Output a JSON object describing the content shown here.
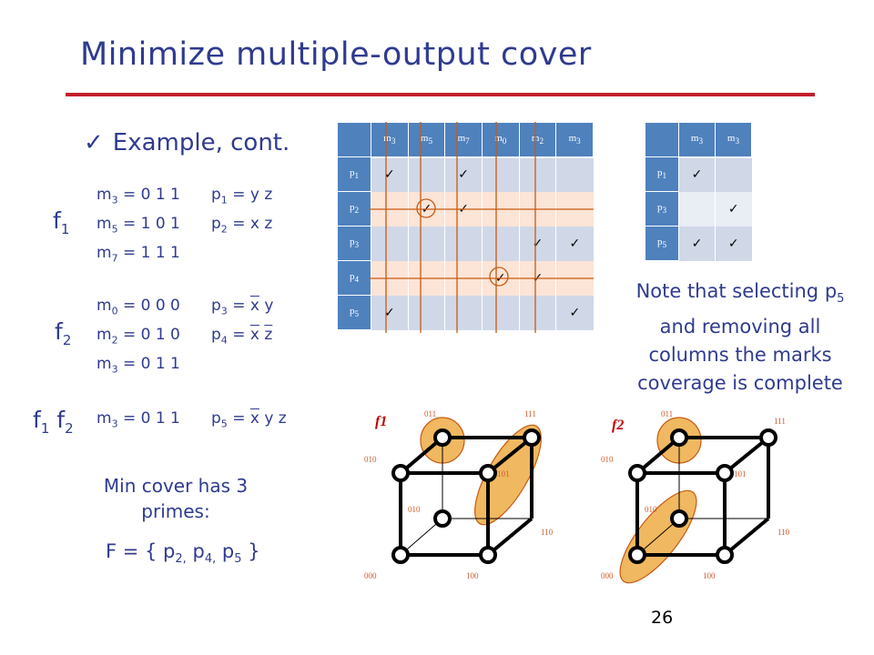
{
  "title": "Minimize multiple-output cover",
  "bullet": "Example, cont.",
  "f1_label": {
    "f": "f",
    "sub": "1"
  },
  "f2_label": {
    "f": "f",
    "sub": "2"
  },
  "f1f2_label": {
    "a": "f",
    "a_sub": "1",
    "b": " f",
    "b_sub": "2"
  },
  "minterms_f1": [
    {
      "m": "m",
      "sub": "3",
      "val": "= 0 1 1"
    },
    {
      "m": "m",
      "sub": "5",
      "val": "= 1 0 1"
    },
    {
      "m": "m",
      "sub": "7",
      "val": "= 1 1 1"
    }
  ],
  "minterms_f2": [
    {
      "m": "m",
      "sub": "0",
      "val": "= 0 0 0"
    },
    {
      "m": "m",
      "sub": "2",
      "val": "= 0 1 0"
    },
    {
      "m": "m",
      "sub": "3",
      "val": "= 0 1 1"
    }
  ],
  "minterm_f1f2": {
    "m": "m",
    "sub": "3",
    "val": "= 0 1 1"
  },
  "primes": {
    "p1": {
      "p": "p",
      "sub": "1",
      "eq": "= ",
      "expr": "y z"
    },
    "p2": {
      "p": "p",
      "sub": "2",
      "eq": "= ",
      "expr": "x z"
    },
    "p3": {
      "p": "p",
      "sub": "3",
      "eq": "= ",
      "x": "x",
      "rest": " y"
    },
    "p4": {
      "p": "p",
      "sub": "4",
      "eq": "= ",
      "x": "x",
      "sp": " ",
      "z": "z"
    },
    "p5": {
      "p": "p",
      "sub": "5",
      "eq": "= ",
      "x": "x",
      "rest": " y z"
    }
  },
  "min_cover": "Min cover has 3 primes:",
  "F_set": {
    "pre": "F = { p",
    "s1": "2,",
    "m1": " p",
    "s2": "4,",
    "m2": " p",
    "s3": "5",
    "post": " }"
  },
  "note": {
    "a": "Note that selecting p",
    "sub": "5",
    "b": " and removing all columns the marks coverage is complete"
  },
  "page_number": "26",
  "table1": {
    "cols": [
      {
        "m": "m",
        "s": "3"
      },
      {
        "m": "m",
        "s": "5"
      },
      {
        "m": "m",
        "s": "7"
      },
      {
        "m": "m",
        "s": "0"
      },
      {
        "m": "m",
        "s": "2"
      },
      {
        "m": "m",
        "s": "3"
      }
    ],
    "rows": [
      {
        "p": "p",
        "s": "1",
        "cells": [
          "✓",
          "",
          "✓",
          "",
          "",
          ""
        ]
      },
      {
        "p": "p",
        "s": "2",
        "cells": [
          "",
          "✓",
          "✓",
          "",
          "",
          ""
        ]
      },
      {
        "p": "p",
        "s": "3",
        "cells": [
          "",
          "",
          "",
          "",
          "✓",
          "✓"
        ]
      },
      {
        "p": "p",
        "s": "4",
        "cells": [
          "",
          "",
          "",
          "✓",
          "✓",
          ""
        ]
      },
      {
        "p": "p",
        "s": "5",
        "cells": [
          "✓",
          "",
          "",
          "",
          "",
          "✓"
        ]
      }
    ]
  },
  "table2": {
    "cols": [
      {
        "m": "m",
        "s": "3"
      },
      {
        "m": "m",
        "s": "3"
      }
    ],
    "rows": [
      {
        "p": "p",
        "s": "1",
        "cells": [
          "✓",
          ""
        ]
      },
      {
        "p": "p",
        "s": "3",
        "cells": [
          "",
          "✓"
        ]
      },
      {
        "p": "p",
        "s": "5",
        "cells": [
          "✓",
          "✓"
        ]
      }
    ]
  },
  "cube1": {
    "title": "f1",
    "labels": [
      "011",
      "111",
      "010",
      "101",
      "010",
      "110",
      "000",
      "100"
    ]
  },
  "cube2": {
    "title": "f2",
    "labels": [
      "011",
      "111",
      "010",
      "101",
      "010",
      "110",
      "000",
      "100"
    ]
  },
  "colors": {
    "accent": "#2f3b8f",
    "rule": "#c0202a",
    "highlight": "#f0b860",
    "header": "#4f81bd"
  }
}
